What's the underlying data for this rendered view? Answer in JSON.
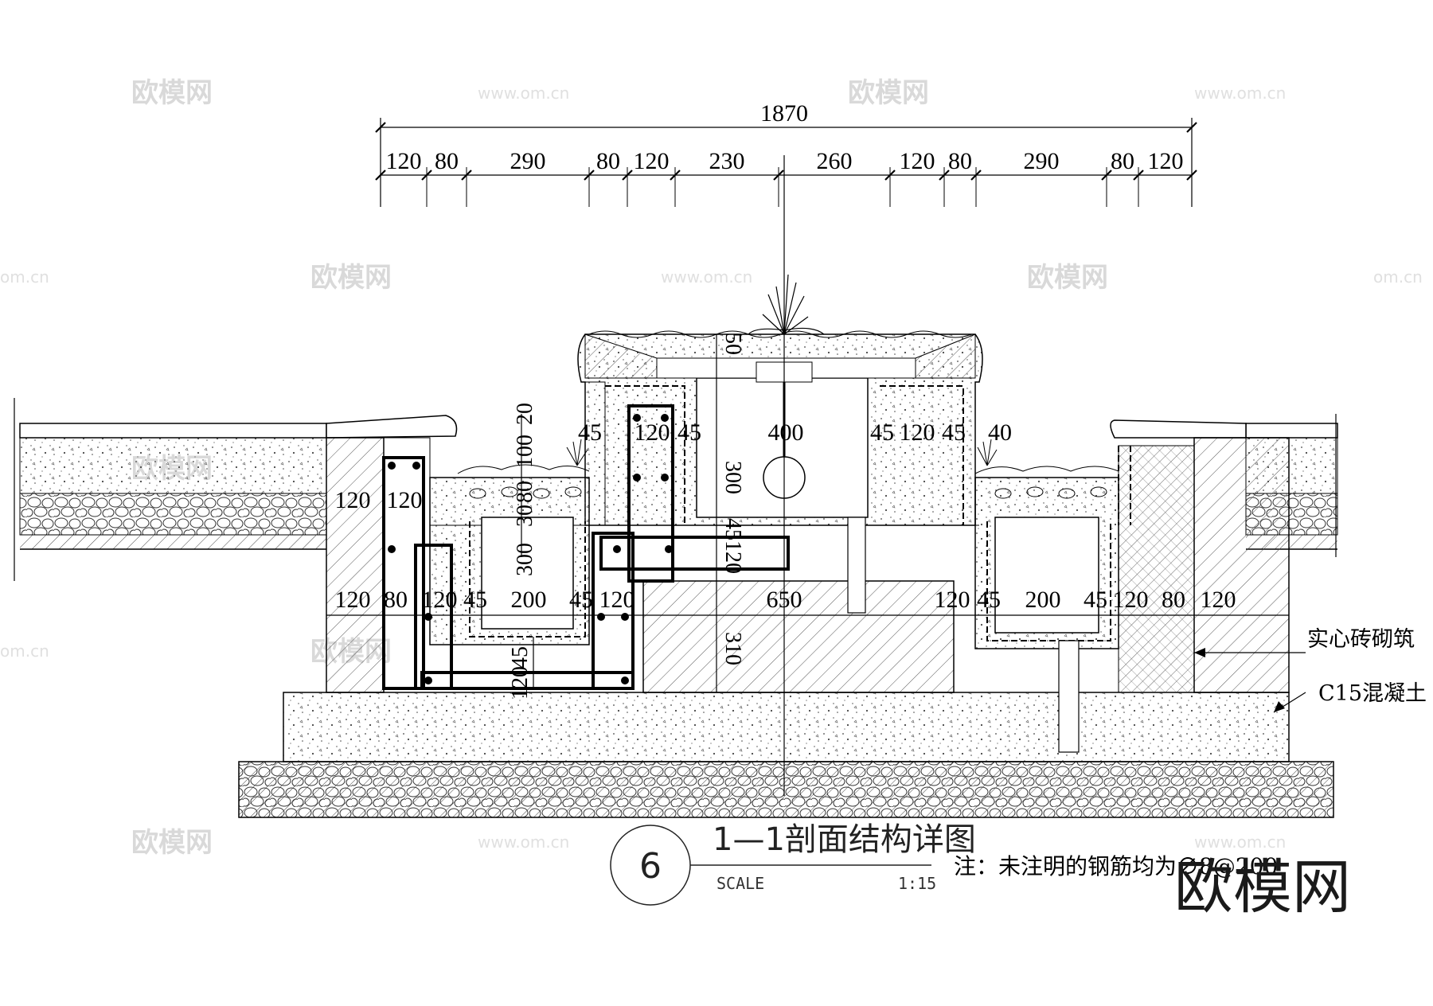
{
  "dimensions": {
    "overall": "1870",
    "top_row": [
      "120",
      "80",
      "290",
      "80",
      "120",
      "230",
      "260",
      "120",
      "80",
      "290",
      "80",
      "120"
    ],
    "mid_upper": [
      "45",
      "120",
      "45",
      "400",
      "45",
      "120",
      "45",
      "40"
    ],
    "left_walls": [
      "120",
      "120"
    ],
    "vertical_left": [
      "20",
      "100",
      "80",
      "30",
      "300"
    ],
    "vertical_center": [
      "50",
      "300",
      "45",
      "120",
      "310"
    ],
    "vertical_bottom": [
      "45",
      "120"
    ],
    "mid_row": [
      "120",
      "80",
      "120",
      "45",
      "200",
      "45",
      "120",
      "650",
      "120",
      "45",
      "200",
      "45",
      "120",
      "80",
      "120"
    ]
  },
  "labels": {
    "solid_brick": "实心砖砌筑",
    "c15_concrete": "C15混凝土"
  },
  "title_block": {
    "number": "6",
    "title": "1—1剖面结构详图",
    "scale_label": "SCALE",
    "scale_value": "1:15",
    "note": "注：未注明的钢筋均为∅8@200"
  },
  "watermarks": {
    "brand": "欧模网",
    "url": "www.om.cn",
    "url_alt": "om.cn",
    "corner": "欧模网"
  }
}
